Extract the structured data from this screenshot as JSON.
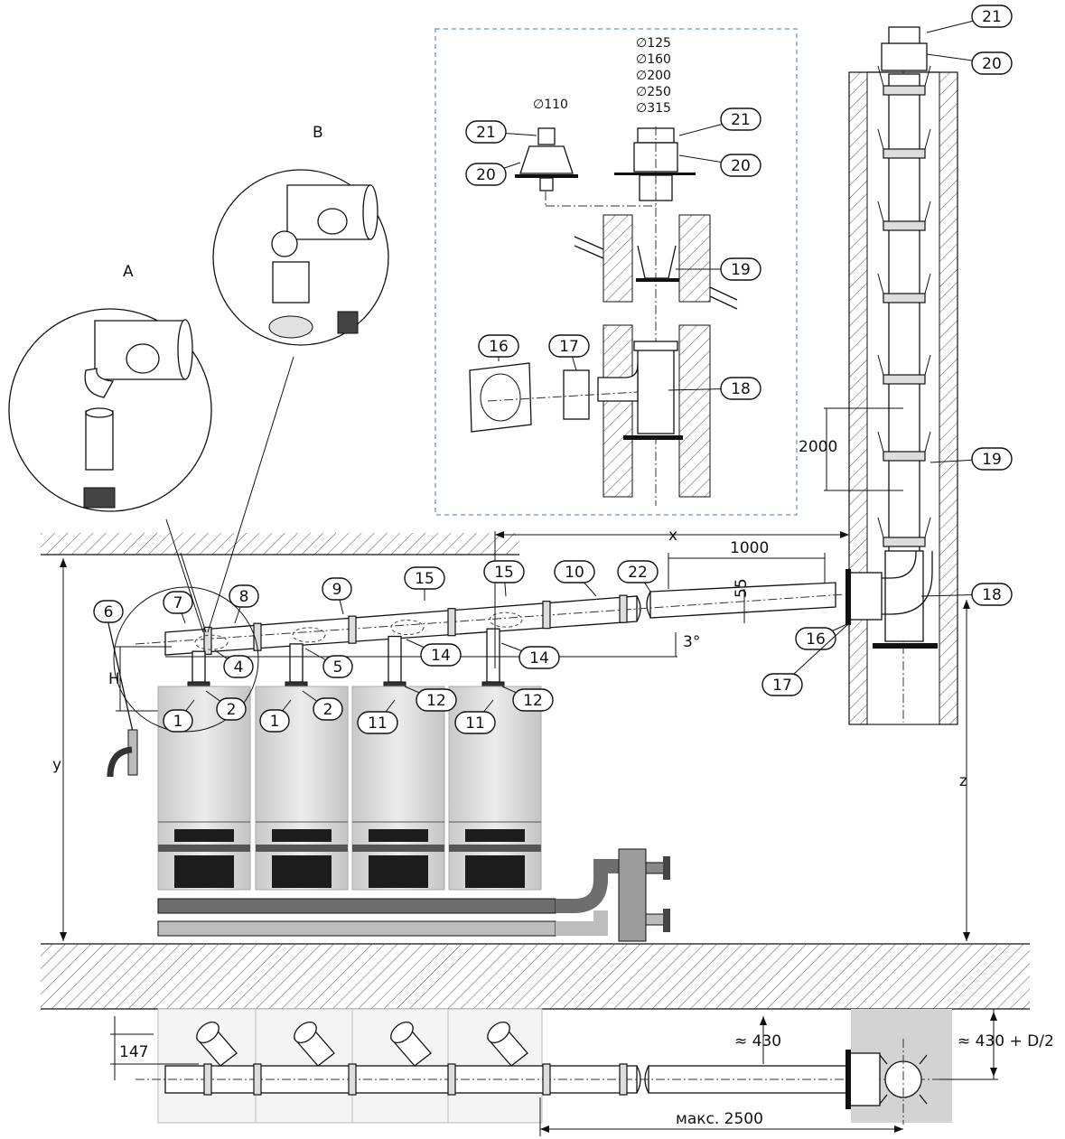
{
  "insets": {
    "a_label": "A",
    "b_label": "B"
  },
  "diameters": {
    "small": "∅110",
    "list": [
      "∅125",
      "∅160",
      "∅200",
      "∅250",
      "∅315"
    ]
  },
  "callouts": {
    "n1": "1",
    "n2": "2",
    "n4": "4",
    "n5": "5",
    "n6": "6",
    "n7": "7",
    "n8": "8",
    "n9": "9",
    "n10": "10",
    "n11": "11",
    "n12": "12",
    "n14": "14",
    "n15": "15",
    "n16": "16",
    "n17": "17",
    "n18": "18",
    "n19": "19",
    "n20": "20",
    "n21": "21",
    "n22": "22"
  },
  "dimensions": {
    "x": "x",
    "y": "y",
    "z": "z",
    "h": "H",
    "d1000": "1000",
    "d55": "55",
    "angle": "3°",
    "d2000": "2000",
    "d147": "147",
    "d430": "≈ 430",
    "d430d": "≈ 430 + D/2",
    "max2500": "макс. 2500"
  },
  "colors": {
    "inset_border": "#7aa6d6",
    "boiler_body": "#d9d9d9",
    "boiler_front": "#1c1c1c",
    "pipe_dark": "#6e6e6e",
    "pipe_light": "#bdbdbd",
    "shaft_fill": "#d3d3d3"
  }
}
